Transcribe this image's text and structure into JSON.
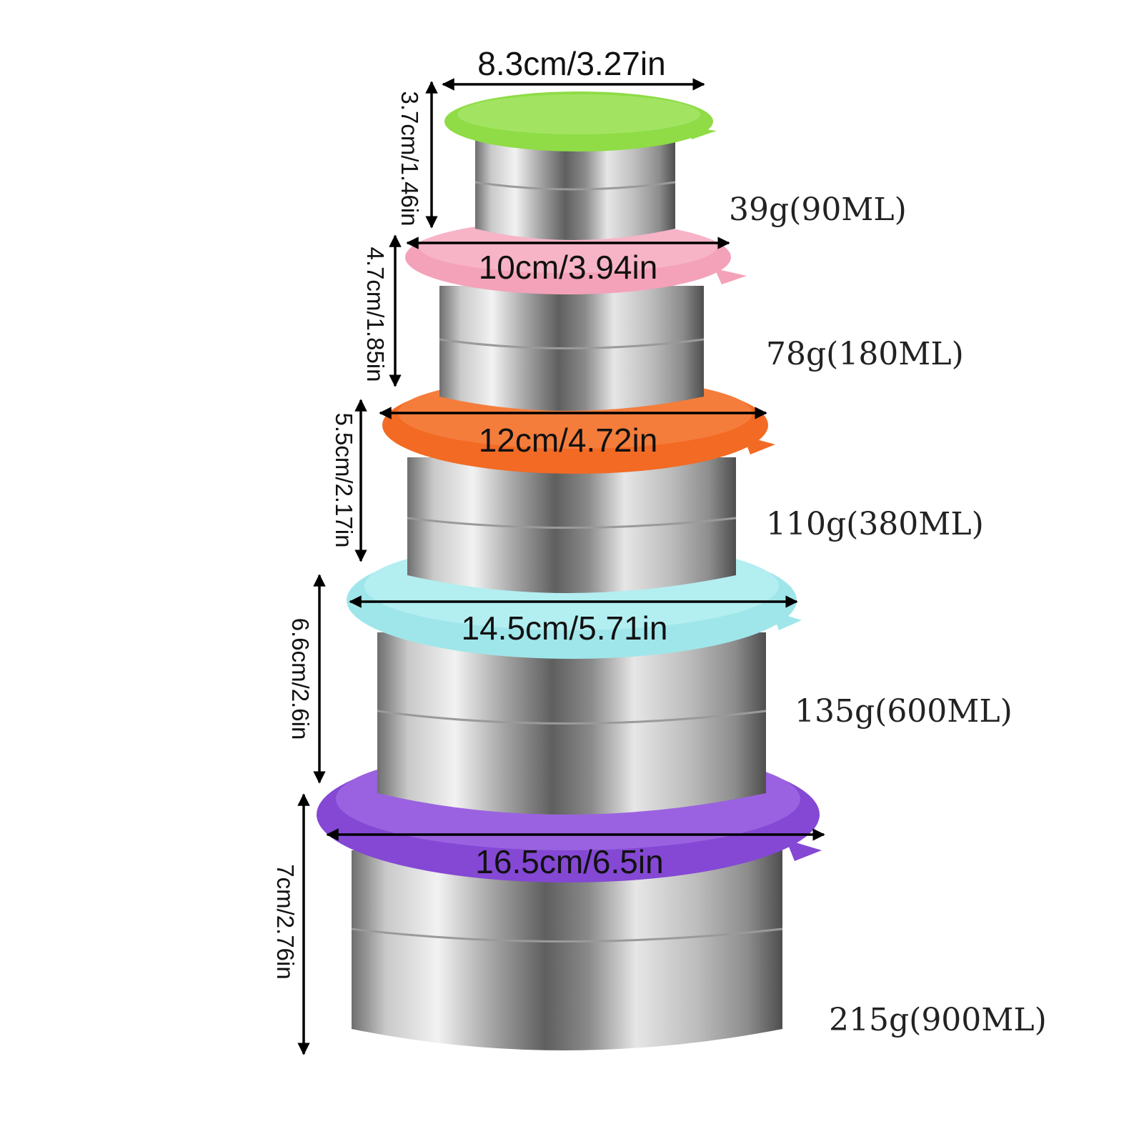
{
  "containers": [
    {
      "id": "green",
      "lid_color": "#8fdc46",
      "width_label": "8.3cm/3.27in",
      "height_label": "3.7cm/1.46in",
      "weight_label": "39g(90ML)"
    },
    {
      "id": "pink",
      "lid_color": "#f4a2b9",
      "width_label": "10cm/3.94in",
      "height_label": "4.7cm/1.85in",
      "weight_label": "78g(180ML)"
    },
    {
      "id": "orange",
      "lid_color": "#f26a24",
      "width_label": "12cm/4.72in",
      "height_label": "5.5cm/2.17in",
      "weight_label": "110g(380ML)"
    },
    {
      "id": "cyan",
      "lid_color": "#9fe6ea",
      "width_label": "14.5cm/5.71in",
      "height_label": "6.6cm/2.6in",
      "weight_label": "135g(600ML)"
    },
    {
      "id": "purple",
      "lid_color": "#8448d4",
      "width_label": "16.5cm/6.5in",
      "height_label": "7cm/2.76in",
      "weight_label": "215g(900ML)"
    }
  ]
}
